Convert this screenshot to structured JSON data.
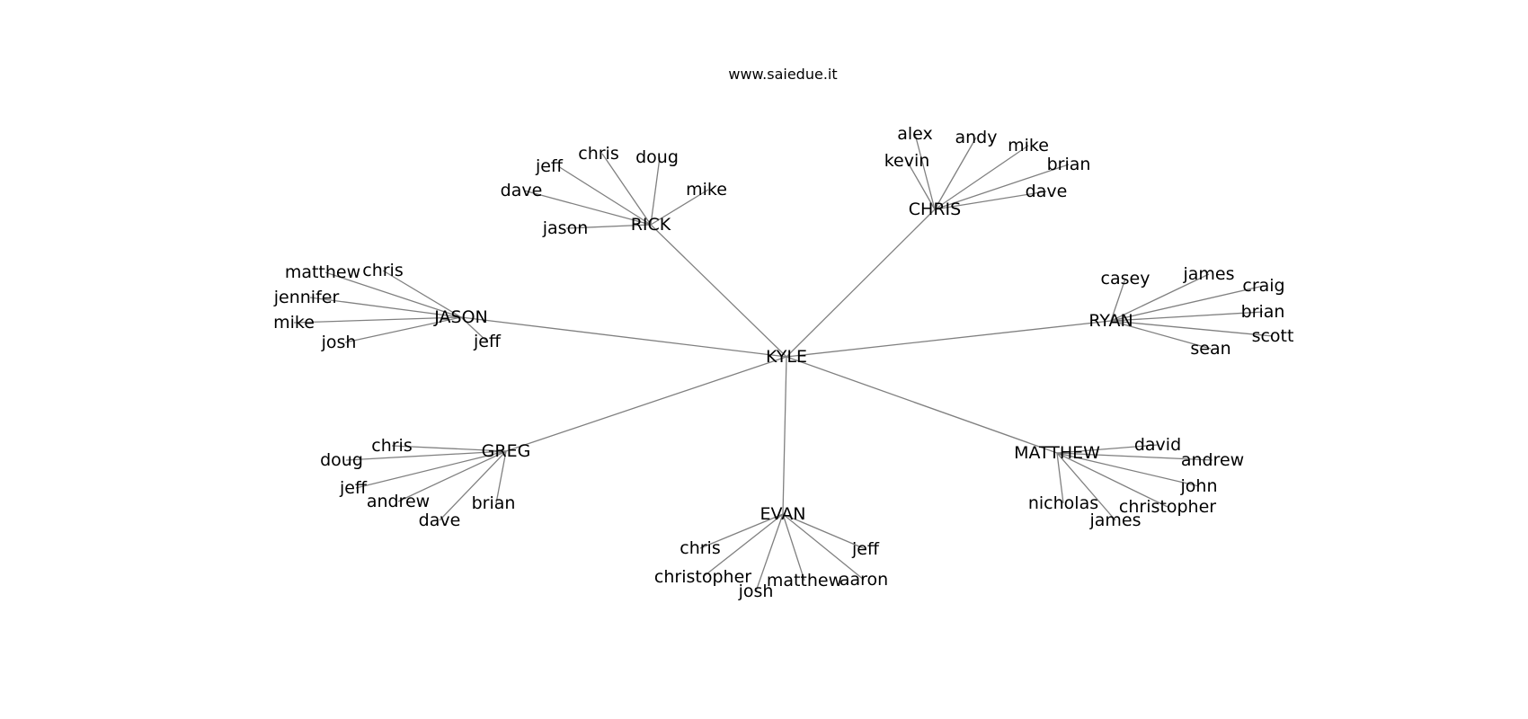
{
  "source": "www.saiedue.it",
  "center": "KYLE",
  "groups": [
    {
      "name": "RICK",
      "leaves": [
        "jeff",
        "chris",
        "doug",
        "dave",
        "mike",
        "jason"
      ]
    },
    {
      "name": "CHRIS",
      "leaves": [
        "alex",
        "andy",
        "mike",
        "kevin",
        "brian",
        "dave"
      ]
    },
    {
      "name": "JASON",
      "leaves": [
        "matthew",
        "chris",
        "jennifer",
        "mike",
        "josh",
        "jeff"
      ]
    },
    {
      "name": "RYAN",
      "leaves": [
        "casey",
        "james",
        "craig",
        "brian",
        "scott",
        "sean"
      ]
    },
    {
      "name": "GREG",
      "leaves": [
        "chris",
        "doug",
        "jeff",
        "andrew",
        "dave",
        "brian"
      ]
    },
    {
      "name": "MATTHEW",
      "leaves": [
        "david",
        "andrew",
        "john",
        "nicholas",
        "christopher",
        "james"
      ]
    },
    {
      "name": "EVAN",
      "leaves": [
        "chris",
        "christopher",
        "josh",
        "matthew",
        "aaron",
        "jeff"
      ]
    }
  ]
}
